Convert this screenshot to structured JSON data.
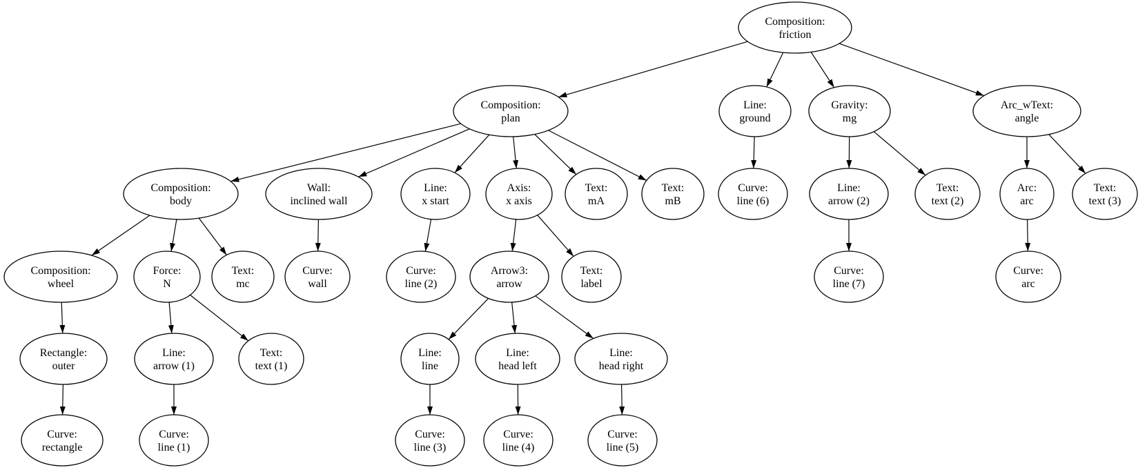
{
  "diagram": {
    "kind": "tree",
    "colors": {
      "background": "#ffffff",
      "node_fill": "#ffffff",
      "node_stroke": "#000000",
      "edge": "#000000",
      "text": "#000000"
    }
  },
  "nodes": {
    "friction": {
      "type": "Composition:",
      "name": "friction"
    },
    "plan": {
      "type": "Composition:",
      "name": "plan"
    },
    "ground": {
      "type": "Line:",
      "name": "ground"
    },
    "gravity": {
      "type": "Gravity:",
      "name": "mg"
    },
    "arcwtext": {
      "type": "Arc_wText:",
      "name": "angle"
    },
    "body": {
      "type": "Composition:",
      "name": "body"
    },
    "wall": {
      "type": "Wall:",
      "name": "inclined wall"
    },
    "xstart": {
      "type": "Line:",
      "name": "x start"
    },
    "xaxis": {
      "type": "Axis:",
      "name": "x axis"
    },
    "mA": {
      "type": "Text:",
      "name": "mA"
    },
    "mB": {
      "type": "Text:",
      "name": "mB"
    },
    "line6": {
      "type": "Curve:",
      "name": "line (6)"
    },
    "arrow2": {
      "type": "Line:",
      "name": "arrow (2)"
    },
    "text2": {
      "type": "Text:",
      "name": "text (2)"
    },
    "arc": {
      "type": "Arc:",
      "name": "arc"
    },
    "text3": {
      "type": "Text:",
      "name": "text (3)"
    },
    "wheel": {
      "type": "Composition:",
      "name": "wheel"
    },
    "forceN": {
      "type": "Force:",
      "name": "N"
    },
    "mc": {
      "type": "Text:",
      "name": "mc"
    },
    "curvewall": {
      "type": "Curve:",
      "name": "wall"
    },
    "line2": {
      "type": "Curve:",
      "name": "line (2)"
    },
    "arrow3": {
      "type": "Arrow3:",
      "name": "arrow"
    },
    "label": {
      "type": "Text:",
      "name": "label"
    },
    "line7": {
      "type": "Curve:",
      "name": "line (7)"
    },
    "curvearc": {
      "type": "Curve:",
      "name": "arc"
    },
    "rectouter": {
      "type": "Rectangle:",
      "name": "outer"
    },
    "arrow1": {
      "type": "Line:",
      "name": "arrow (1)"
    },
    "text1": {
      "type": "Text:",
      "name": "text (1)"
    },
    "lineline": {
      "type": "Line:",
      "name": "line"
    },
    "headleft": {
      "type": "Line:",
      "name": "head left"
    },
    "headright": {
      "type": "Line:",
      "name": "head right"
    },
    "curverect": {
      "type": "Curve:",
      "name": "rectangle"
    },
    "line1": {
      "type": "Curve:",
      "name": "line (1)"
    },
    "line3": {
      "type": "Curve:",
      "name": "line (3)"
    },
    "line4": {
      "type": "Curve:",
      "name": "line (4)"
    },
    "line5": {
      "type": "Curve:",
      "name": "line (5)"
    }
  },
  "edges": [
    [
      "friction",
      "plan"
    ],
    [
      "friction",
      "ground"
    ],
    [
      "friction",
      "gravity"
    ],
    [
      "friction",
      "arcwtext"
    ],
    [
      "plan",
      "body"
    ],
    [
      "plan",
      "wall"
    ],
    [
      "plan",
      "xstart"
    ],
    [
      "plan",
      "xaxis"
    ],
    [
      "plan",
      "mA"
    ],
    [
      "plan",
      "mB"
    ],
    [
      "ground",
      "line6"
    ],
    [
      "gravity",
      "arrow2"
    ],
    [
      "gravity",
      "text2"
    ],
    [
      "arcwtext",
      "arc"
    ],
    [
      "arcwtext",
      "text3"
    ],
    [
      "body",
      "wheel"
    ],
    [
      "body",
      "forceN"
    ],
    [
      "body",
      "mc"
    ],
    [
      "wall",
      "curvewall"
    ],
    [
      "xstart",
      "line2"
    ],
    [
      "xaxis",
      "arrow3"
    ],
    [
      "xaxis",
      "label"
    ],
    [
      "arrow2",
      "line7"
    ],
    [
      "arc",
      "curvearc"
    ],
    [
      "wheel",
      "rectouter"
    ],
    [
      "forceN",
      "arrow1"
    ],
    [
      "forceN",
      "text1"
    ],
    [
      "arrow3",
      "lineline"
    ],
    [
      "arrow3",
      "headleft"
    ],
    [
      "arrow3",
      "headright"
    ],
    [
      "rectouter",
      "curverect"
    ],
    [
      "arrow1",
      "line1"
    ],
    [
      "lineline",
      "line3"
    ],
    [
      "headleft",
      "line4"
    ],
    [
      "headright",
      "line5"
    ]
  ]
}
